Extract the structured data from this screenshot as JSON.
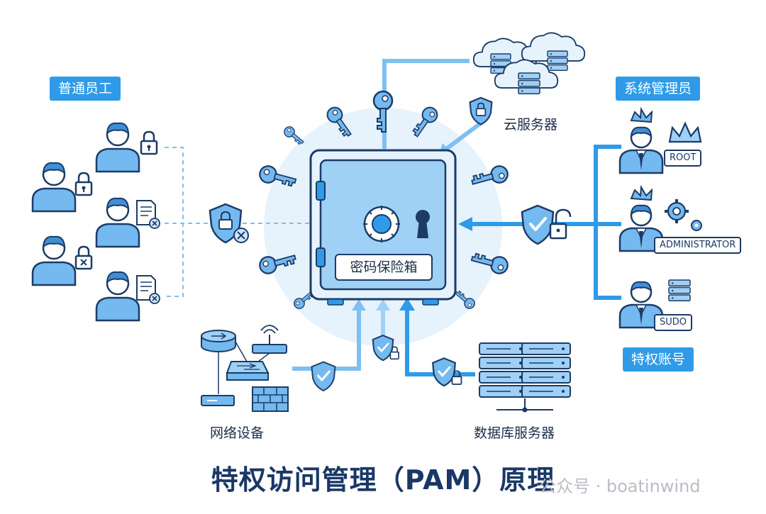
{
  "groups": {
    "employees": "普通员工",
    "admins": "系统管理员",
    "privileged_accounts": "特权账号"
  },
  "resources": {
    "cloud": "云服务器",
    "network": "网络设备",
    "database": "数据库服务器"
  },
  "vault": {
    "label": "密码保险箱"
  },
  "admin_tags": [
    "ROOT",
    "ADMINISTRATOR",
    "SUDO"
  ],
  "title": "特权访问管理（PAM）原理",
  "watermark": "公众号 · boatinwind",
  "colors": {
    "accent": "#2f9be8",
    "outline": "#1c3b66",
    "fill_light": "#9fd0f5",
    "glow": "#e3f1fc"
  },
  "icons": [
    "user-icon",
    "lock-icon",
    "document-icon",
    "shield-icon",
    "key-icon",
    "cloud-icon",
    "server-icon",
    "router-icon",
    "switch-icon",
    "firewall-icon",
    "modem-icon",
    "crown-icon",
    "gear-icon",
    "safe-icon",
    "dial-icon",
    "keyhole-icon",
    "arrow-icon"
  ]
}
